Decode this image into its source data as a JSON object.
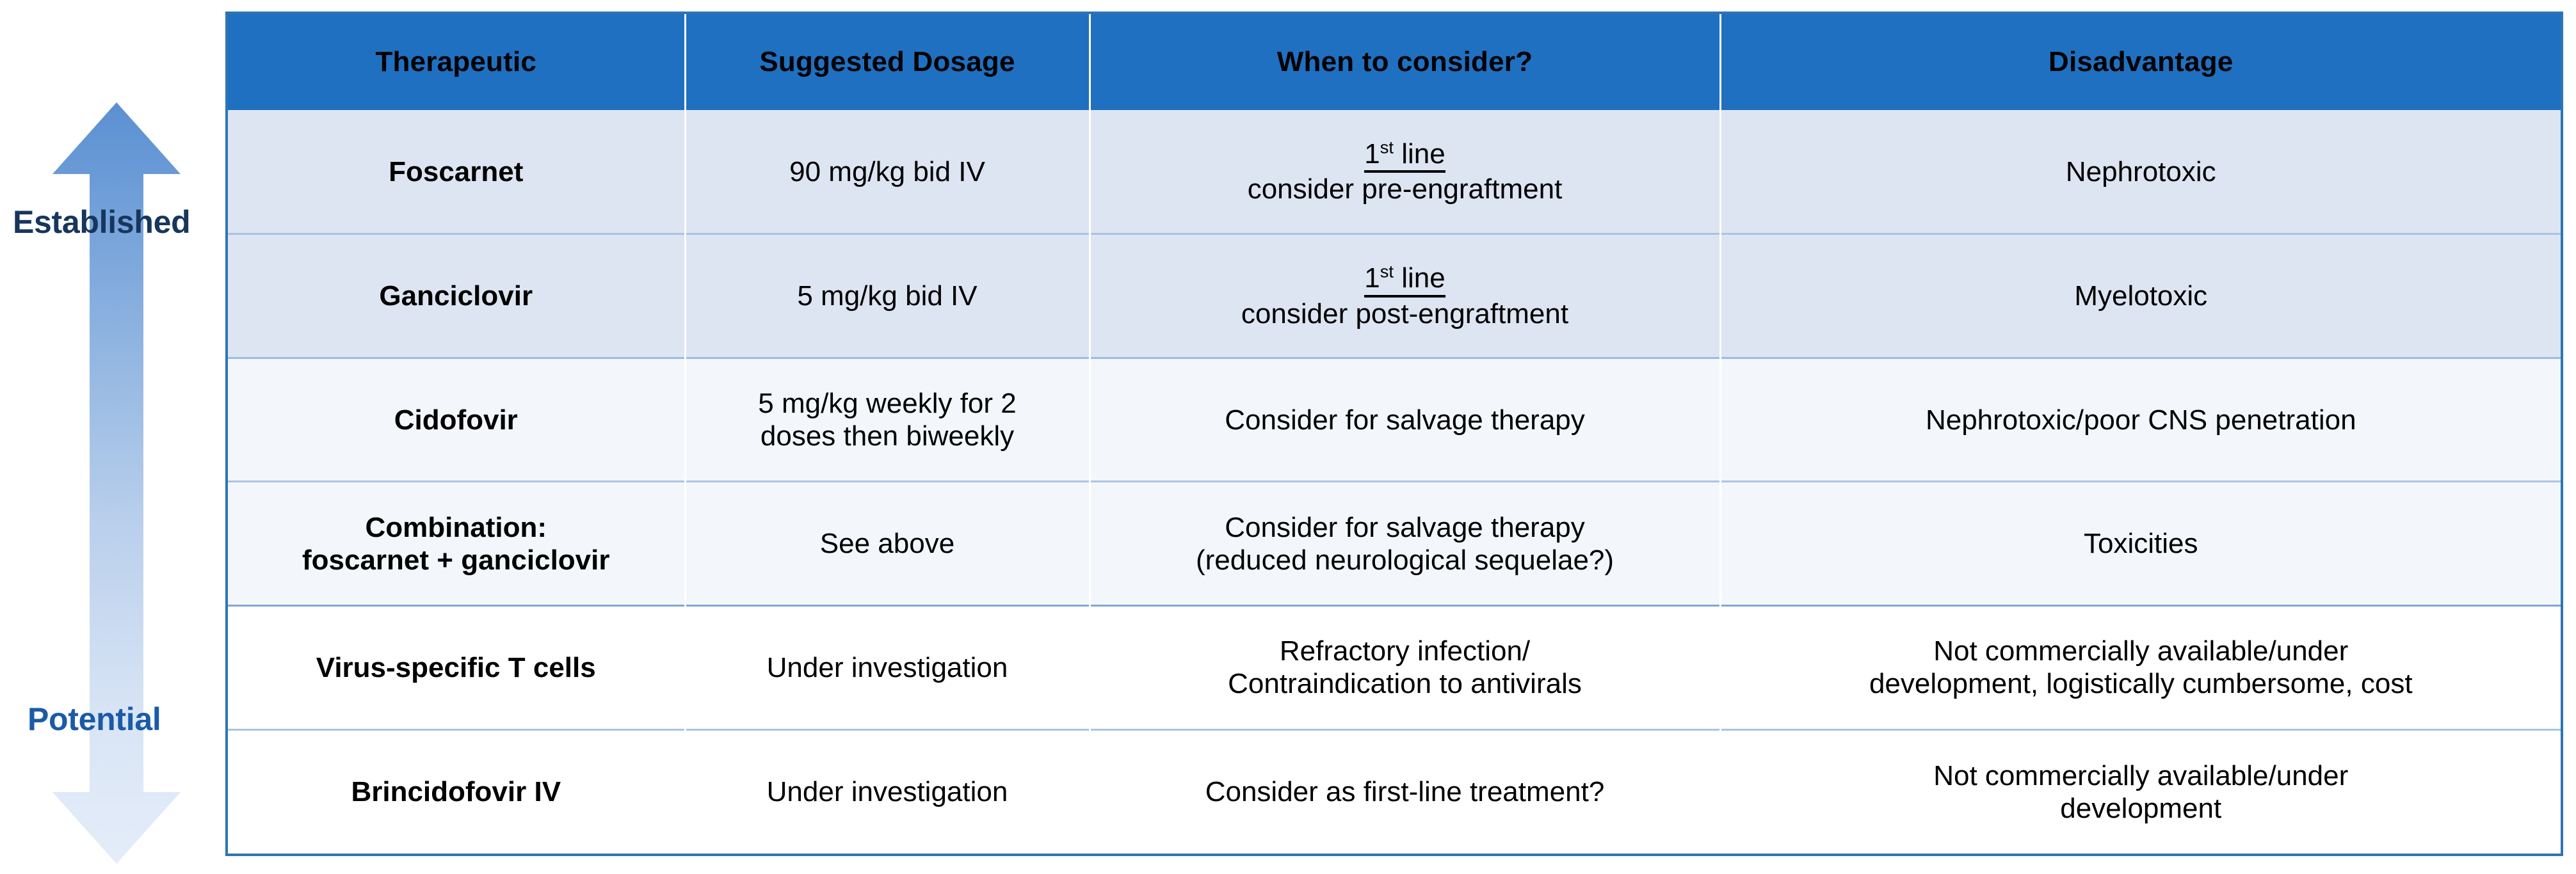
{
  "axis": {
    "top_label": "Established",
    "bottom_label": "Potential",
    "arrow_top_color": "#6A9BD8",
    "arrow_bottom_color": "#DCE6F5"
  },
  "table": {
    "header_bg": "#1F70C1",
    "header_text_color": "#FFFFFF",
    "border_color": "#2E74B5",
    "columns": [
      {
        "label": "Therapeutic"
      },
      {
        "label": "Suggested Dosage"
      },
      {
        "label": "When to consider?"
      },
      {
        "label": "Disadvantage"
      }
    ],
    "rows": [
      {
        "therapeutic": "Foscarnet",
        "dosage": "90 mg/kg bid IV",
        "consider_first_line": "1",
        "consider_first_line_suffix": "st",
        "consider_first_line_word": " line",
        "consider_detail": "consider pre-engraftment",
        "disadvantage_line1": "Nephrotoxic",
        "disadvantage_line2": ""
      },
      {
        "therapeutic": "Ganciclovir",
        "dosage": "5 mg/kg bid IV",
        "consider_first_line": "1",
        "consider_first_line_suffix": "st",
        "consider_first_line_word": " line",
        "consider_detail": "consider post-engraftment",
        "disadvantage_line1": "Myelotoxic",
        "disadvantage_line2": ""
      },
      {
        "therapeutic": "Cidofovir",
        "dosage_line1": "5 mg/kg weekly for 2",
        "dosage_line2": "doses then biweekly",
        "consider_line1": "Consider for salvage therapy",
        "consider_line2": "",
        "disadvantage_line1": "Nephrotoxic/poor CNS penetration",
        "disadvantage_line2": ""
      },
      {
        "therapeutic_line1": "Combination:",
        "therapeutic_line2": "foscarnet + ganciclovir",
        "dosage": "See above",
        "consider_line1": "Consider for salvage therapy",
        "consider_line2": "(reduced neurological sequelae?)",
        "disadvantage_line1": "Toxicities",
        "disadvantage_line2": ""
      },
      {
        "therapeutic": "Virus-specific T cells",
        "dosage": "Under investigation",
        "consider_line1": "Refractory infection/",
        "consider_line2": "Contraindication to antivirals",
        "disadvantage_line1": "Not commercially available/under",
        "disadvantage_line2": "development, logistically cumbersome, cost"
      },
      {
        "therapeutic": "Brincidofovir IV",
        "dosage": "Under investigation",
        "consider_line1": "Consider as first-line treatment?",
        "consider_line2": "",
        "disadvantage_line1": "Not commercially available/under",
        "disadvantage_line2": "development"
      }
    ]
  }
}
